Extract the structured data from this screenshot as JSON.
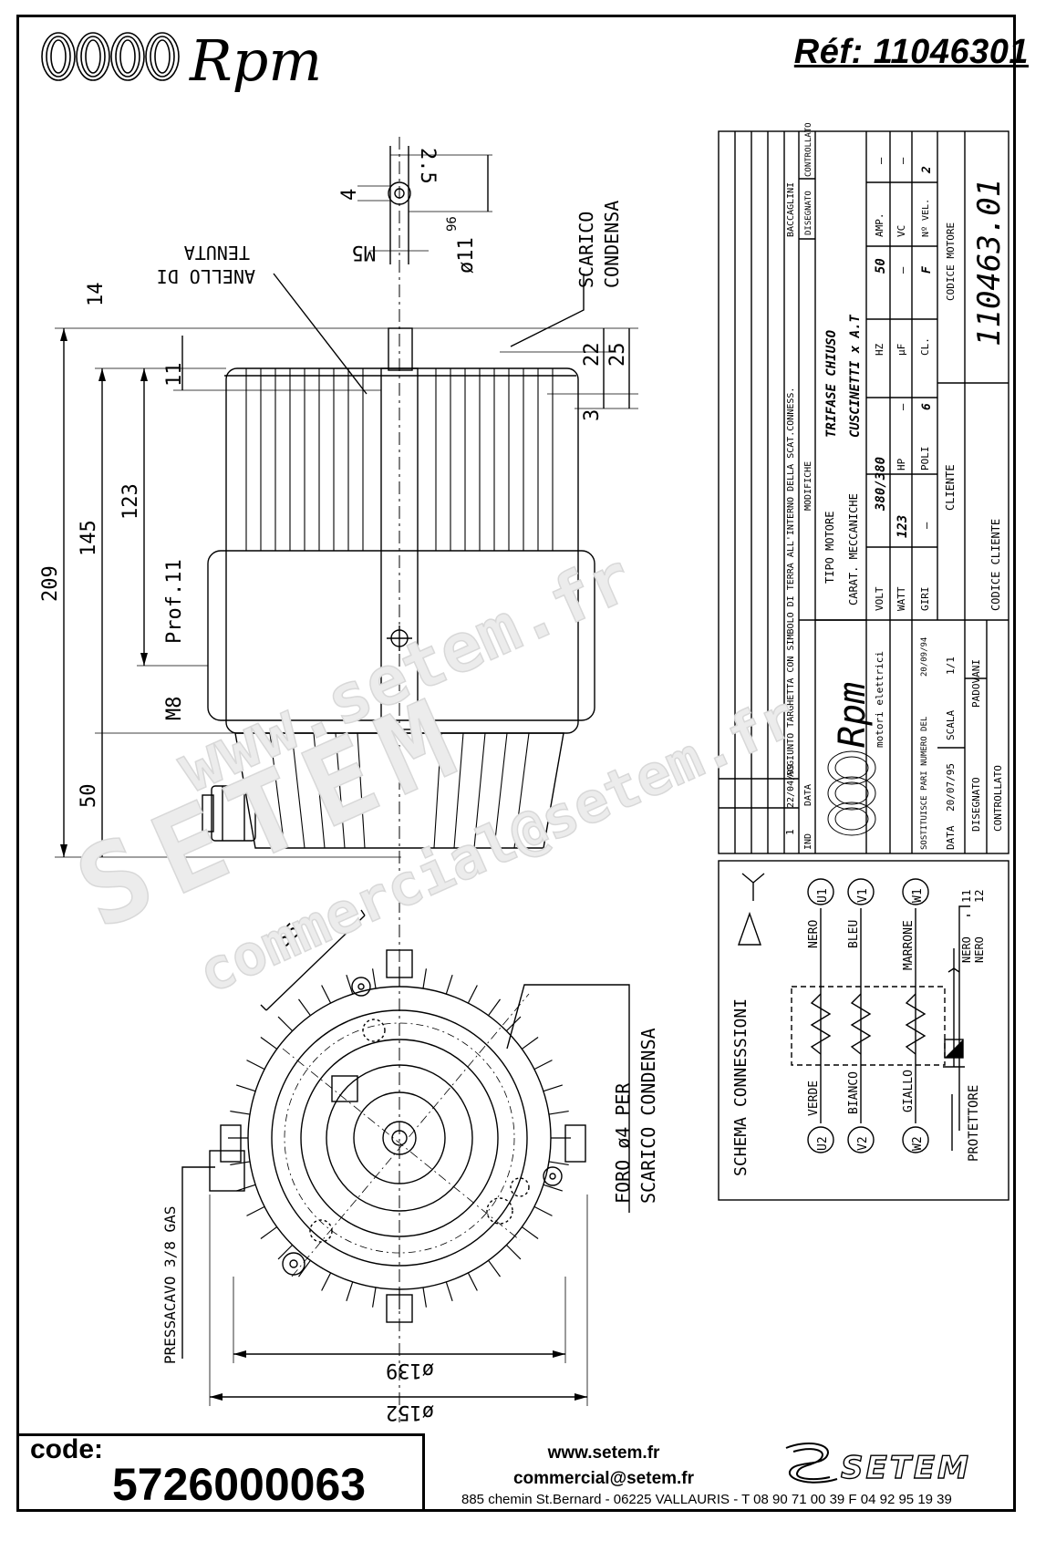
{
  "header": {
    "brand": "Rpm",
    "reference": "Réf: 11046301"
  },
  "dimensions": {
    "d209": "209",
    "d145": "145",
    "d123": "123",
    "d50": "50",
    "d14": "14",
    "d11": "11",
    "d22": "22",
    "d25": "25",
    "d3": "3",
    "d4": "4",
    "d25s": "2.5",
    "m5": "M5",
    "shaft": "ø11",
    "shaft_tol": "96",
    "prof": "Prof.11",
    "m8": "M8",
    "d55": "55",
    "d139": "ø139",
    "d152": "ø152"
  },
  "labels": {
    "anello_1": "ANELLO DI",
    "anello_2": "TENUTA",
    "scarico_1": "SCARICO",
    "scarico_2": "CONDENSA",
    "foro_1": "FORO ø4 PER",
    "foro_2": "SCARICO CONDENSA",
    "pressacavo": "PRESSACAVO 3/8 GAS"
  },
  "title_block": {
    "rev_ind": "1",
    "rev_date": "22/04/99",
    "rev_text": "AGGIUNTO TARGHETTA CON SIMBOLO DI TERRA ALL'INTERNO DELLA SCAT.CONNESS.",
    "rev_by": "BACCAGLINI",
    "ind": "IND",
    "data": "DATA",
    "modifiche": "MODIFICHE",
    "disegnato": "DISEGNATO",
    "controllato": "CONTROLLATO",
    "tipo_motore_label": "TIPO MOTORE",
    "tipo_motore": "TRIFASE CHIUSO",
    "carat_label": "CARAT. MECCANICHE",
    "carat": "CUSCINETTI x A.T",
    "volt_label": "VOLT",
    "volt": "380/380",
    "hz_label": "HZ",
    "hz": "50",
    "amp_label": "AMP.",
    "amp": "–",
    "watt_label": "WATT",
    "watt": "123",
    "hp_label": "HP",
    "hp": "–",
    "uf_label": "µF",
    "uf": "–",
    "vc_label": "VC",
    "vc": "–",
    "giri_label": "GIRI",
    "giri": "–",
    "poli_label": "POLI",
    "poli": "6",
    "cl_label": "CL.",
    "cl": "F",
    "nvel_label": "Nº VEL.",
    "nvel": "2",
    "cliente_label": "CLIENTE",
    "codice_cliente_label": "CODICE CLIENTE",
    "codice_motore_label": "CODICE MOTORE",
    "codice_motore": "110463.01",
    "company_sub": "motori elettrici",
    "sostituisce": "SOSTITUISCE PARI NUMERO DEL",
    "sostituisce_date": "20/09/94",
    "data_label": "DATA",
    "data_value": "20/07/95",
    "scala_label": "SCALA",
    "scala": "1/1",
    "disegnato_label": "DISEGNATO",
    "disegnato_by": "PADOVANI",
    "controllato_label": "CONTROLLATO"
  },
  "schema": {
    "title": "SCHEMA CONNESSIONI",
    "u1": "U1",
    "v1": "V1",
    "w1": "W1",
    "u2": "U2",
    "v2": "V2",
    "w2": "W2",
    "nero": "NERO",
    "bleu": "BLEU",
    "marrone": "MARRONE",
    "verde": "VERDE",
    "bianco": "BIANCO",
    "giallo": "GIALLO",
    "protettore": "PROTETTORE",
    "nero11": "NERO",
    "t11": "11",
    "nero12": "NERO",
    "t12": "12"
  },
  "footer": {
    "code_label": "code:",
    "code_value": "5726000063",
    "web": "www.setem.fr",
    "email": "commercial@setem.fr",
    "address": "885 chemin St.Bernard  -  06225 VALLAURIS  -  T 08 90 71 00 39   F 04 92 95 19 39",
    "brand": "SETEM"
  },
  "watermark": {
    "line1": "www.setem.fr",
    "line2": "SETEM",
    "line3": "commercial@setem.fr"
  }
}
